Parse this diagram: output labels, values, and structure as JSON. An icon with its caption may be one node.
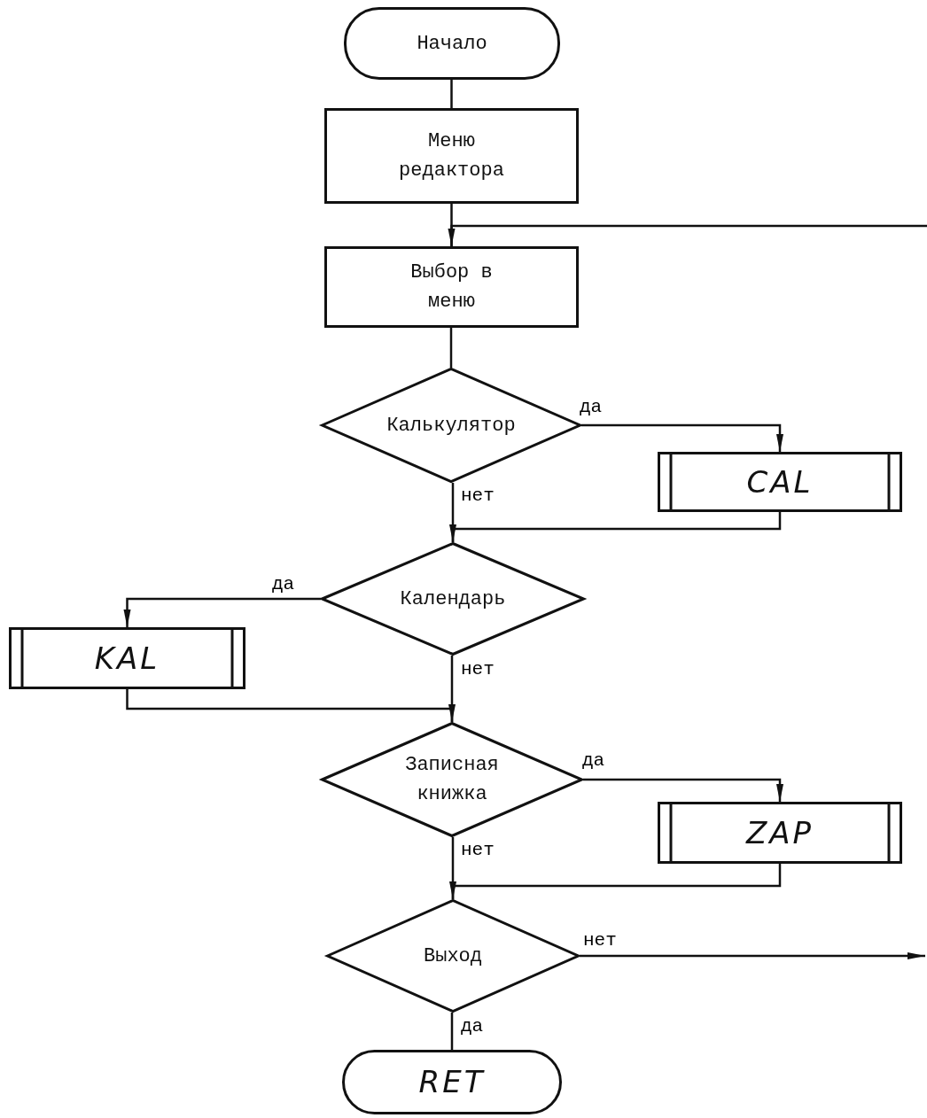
{
  "diagram": {
    "nodes": [
      {
        "text": [
          "Начало"
        ]
      },
      {
        "text": [
          "Меню редактора"
        ]
      },
      {
        "text": [
          "Выбор в меню"
        ]
      },
      {
        "text": [
          "Калькулятор"
        ]
      },
      {
        "text": [
          "CAL"
        ]
      },
      {
        "text": [
          "Календарь"
        ]
      },
      {
        "text": [
          "KAL"
        ]
      },
      {
        "text": [
          "Записная книжка"
        ]
      },
      {
        "text": [
          "ZAP"
        ]
      },
      {
        "text": [
          "Выход"
        ]
      },
      {
        "text": [
          "RET"
        ]
      }
    ],
    "edges": [
      {
        "from": 0,
        "to": 1,
        "arrow": "none"
      },
      {
        "from": 1,
        "to": 2,
        "arrow": "none"
      },
      {
        "from": 2,
        "to": 3,
        "arrow": "none"
      },
      {
        "from": 3,
        "to": 4,
        "arrow": "to",
        "label": "да"
      },
      {
        "from": 3,
        "to": 5,
        "arrow": "none",
        "label": "нет"
      },
      {
        "from": 4,
        "to": 5,
        "arrow": "to"
      },
      {
        "from": 5,
        "to": 6,
        "arrow": "to",
        "label": "да"
      },
      {
        "from": 5,
        "to": 7,
        "arrow": "none",
        "label": "нет"
      },
      {
        "from": 6,
        "to": 7,
        "arrow": "to"
      },
      {
        "from": 7,
        "to": 8,
        "arrow": "to",
        "label": "да"
      },
      {
        "from": 7,
        "to": 9,
        "arrow": "none",
        "label": "нет"
      },
      {
        "from": 8,
        "to": 9,
        "arrow": "to"
      },
      {
        "from": 9,
        "to": 10,
        "arrow": "none",
        "label": "да"
      },
      {
        "from": 9,
        "to": null,
        "arrow": "to",
        "label": "нет"
      },
      {
        "from": null,
        "to": 2,
        "arrow": "to"
      }
    ]
  }
}
